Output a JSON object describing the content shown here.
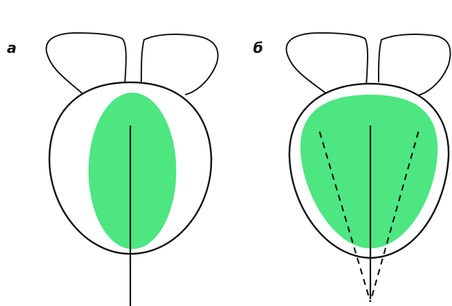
{
  "panels": [
    {
      "label": "а",
      "fill_color": "#4de681",
      "outline_color": "#111111",
      "guide_lines": [
        "solid-vertical"
      ]
    },
    {
      "label": "б",
      "fill_color": "#4de681",
      "outline_color": "#111111",
      "guide_lines": [
        "solid-vertical",
        "dashed-left",
        "dashed-right"
      ]
    }
  ]
}
